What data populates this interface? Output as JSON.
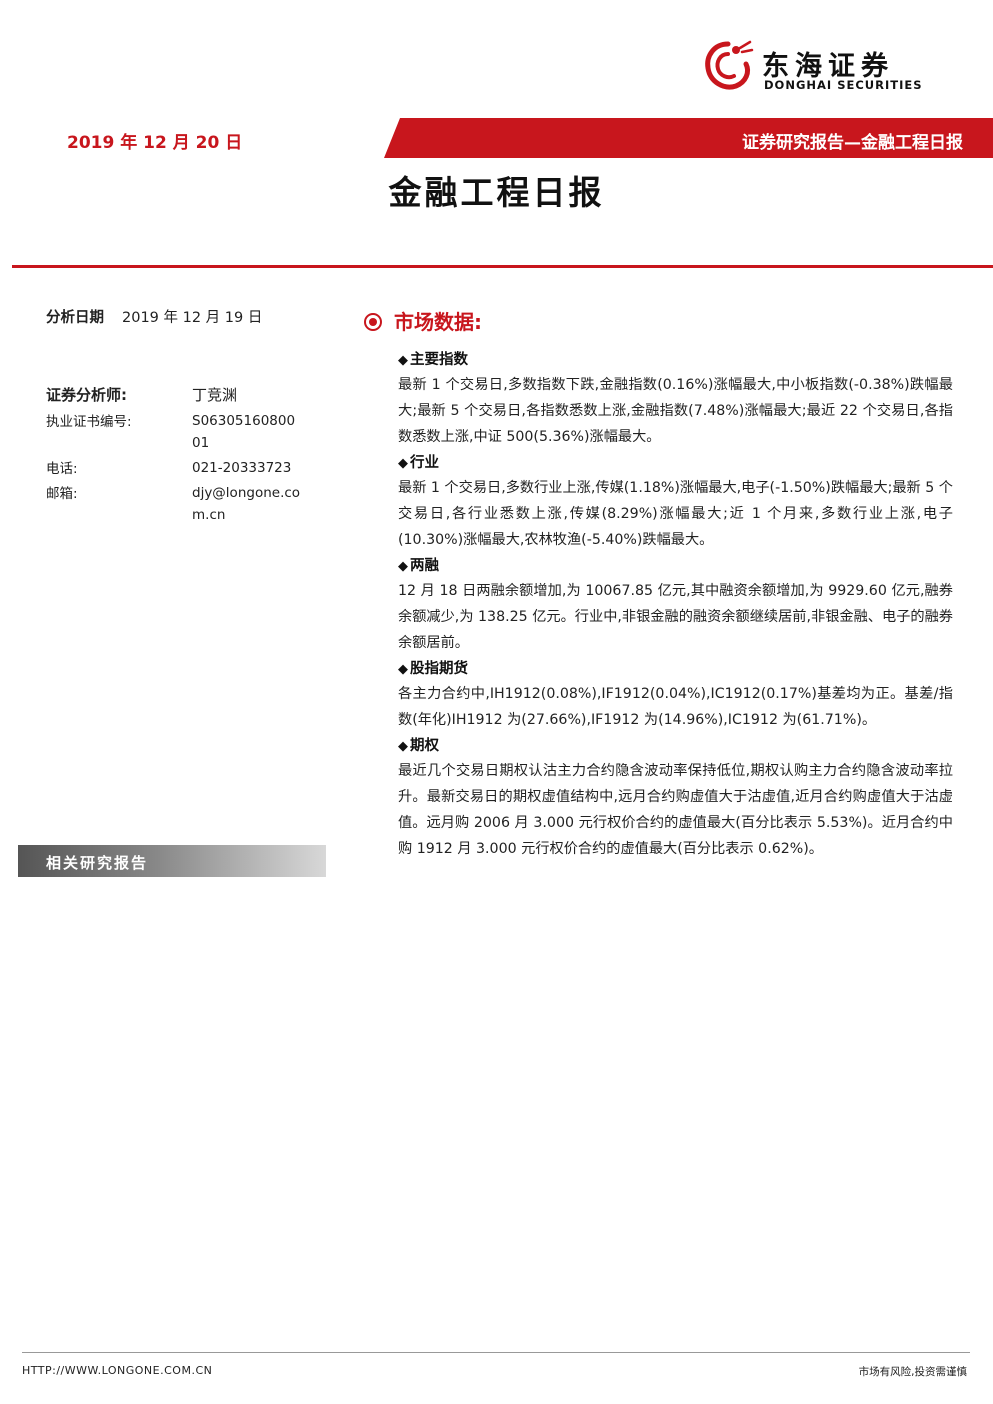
{
  "logo": {
    "cn": "东海证券",
    "en": "DONGHAI SECURITIES"
  },
  "banner": {
    "date": "2019 年 12 月 20 日",
    "series": "证券研究报告—金融工程日报"
  },
  "title": "金融工程日报",
  "left": {
    "analysis_date_label": "分析日期",
    "analysis_date": "2019 年 12 月 19 日",
    "analyst_label": "证券分析师:",
    "analyst_name": "丁竞渊",
    "rows": [
      {
        "k": "执业证书编号:",
        "v": "S0630516080001"
      },
      {
        "k": "电话:",
        "v": "021-20333723"
      },
      {
        "k": "邮箱:",
        "v": "djy@longone.com.cn"
      }
    ],
    "related": "相关研究报告"
  },
  "section": {
    "title": "市场数据:",
    "subs": [
      {
        "head": "主要指数",
        "body": "最新 1 个交易日,多数指数下跌,金融指数(0.16%)涨幅最大,中小板指数(-0.38%)跌幅最大;最新 5 个交易日,各指数悉数上涨,金融指数(7.48%)涨幅最大;最近 22 个交易日,各指数悉数上涨,中证 500(5.36%)涨幅最大。"
      },
      {
        "head": "行业",
        "body": "最新 1 个交易日,多数行业上涨,传媒(1.18%)涨幅最大,电子(-1.50%)跌幅最大;最新 5 个交易日,各行业悉数上涨,传媒(8.29%)涨幅最大;近 1 个月来,多数行业上涨,电子(10.30%)涨幅最大,农林牧渔(-5.40%)跌幅最大。"
      },
      {
        "head": "两融",
        "body": "12 月 18 日两融余额增加,为 10067.85 亿元,其中融资余额增加,为 9929.60 亿元,融券余额减少,为 138.25 亿元。行业中,非银金融的融资余额继续居前,非银金融、电子的融券余额居前。"
      },
      {
        "head": "股指期货",
        "body": "各主力合约中,IH1912(0.08%),IF1912(0.04%),IC1912(0.17%)基差均为正。基差/指数(年化)IH1912 为(27.66%),IF1912 为(14.96%),IC1912 为(61.71%)。"
      },
      {
        "head": "期权",
        "body": "最近几个交易日期权认沽主力合约隐含波动率保持低位,期权认购主力合约隐含波动率拉升。最新交易日的期权虚值结构中,远月合约购虚值大于沽虚值,近月合约购虚值大于沽虚值。远月购 2006 月 3.000 元行权价合约的虚值最大(百分比表示 5.53%)。近月合约中购 1912 月 3.000 元行权价合约的虚值最大(百分比表示 0.62%)。"
      }
    ]
  },
  "footer": {
    "url": "HTTP://WWW.LONGONE.COM.CN",
    "risk": "市场有风险,投资需谨慎"
  },
  "colors": {
    "brand_red": "#c8161d"
  }
}
